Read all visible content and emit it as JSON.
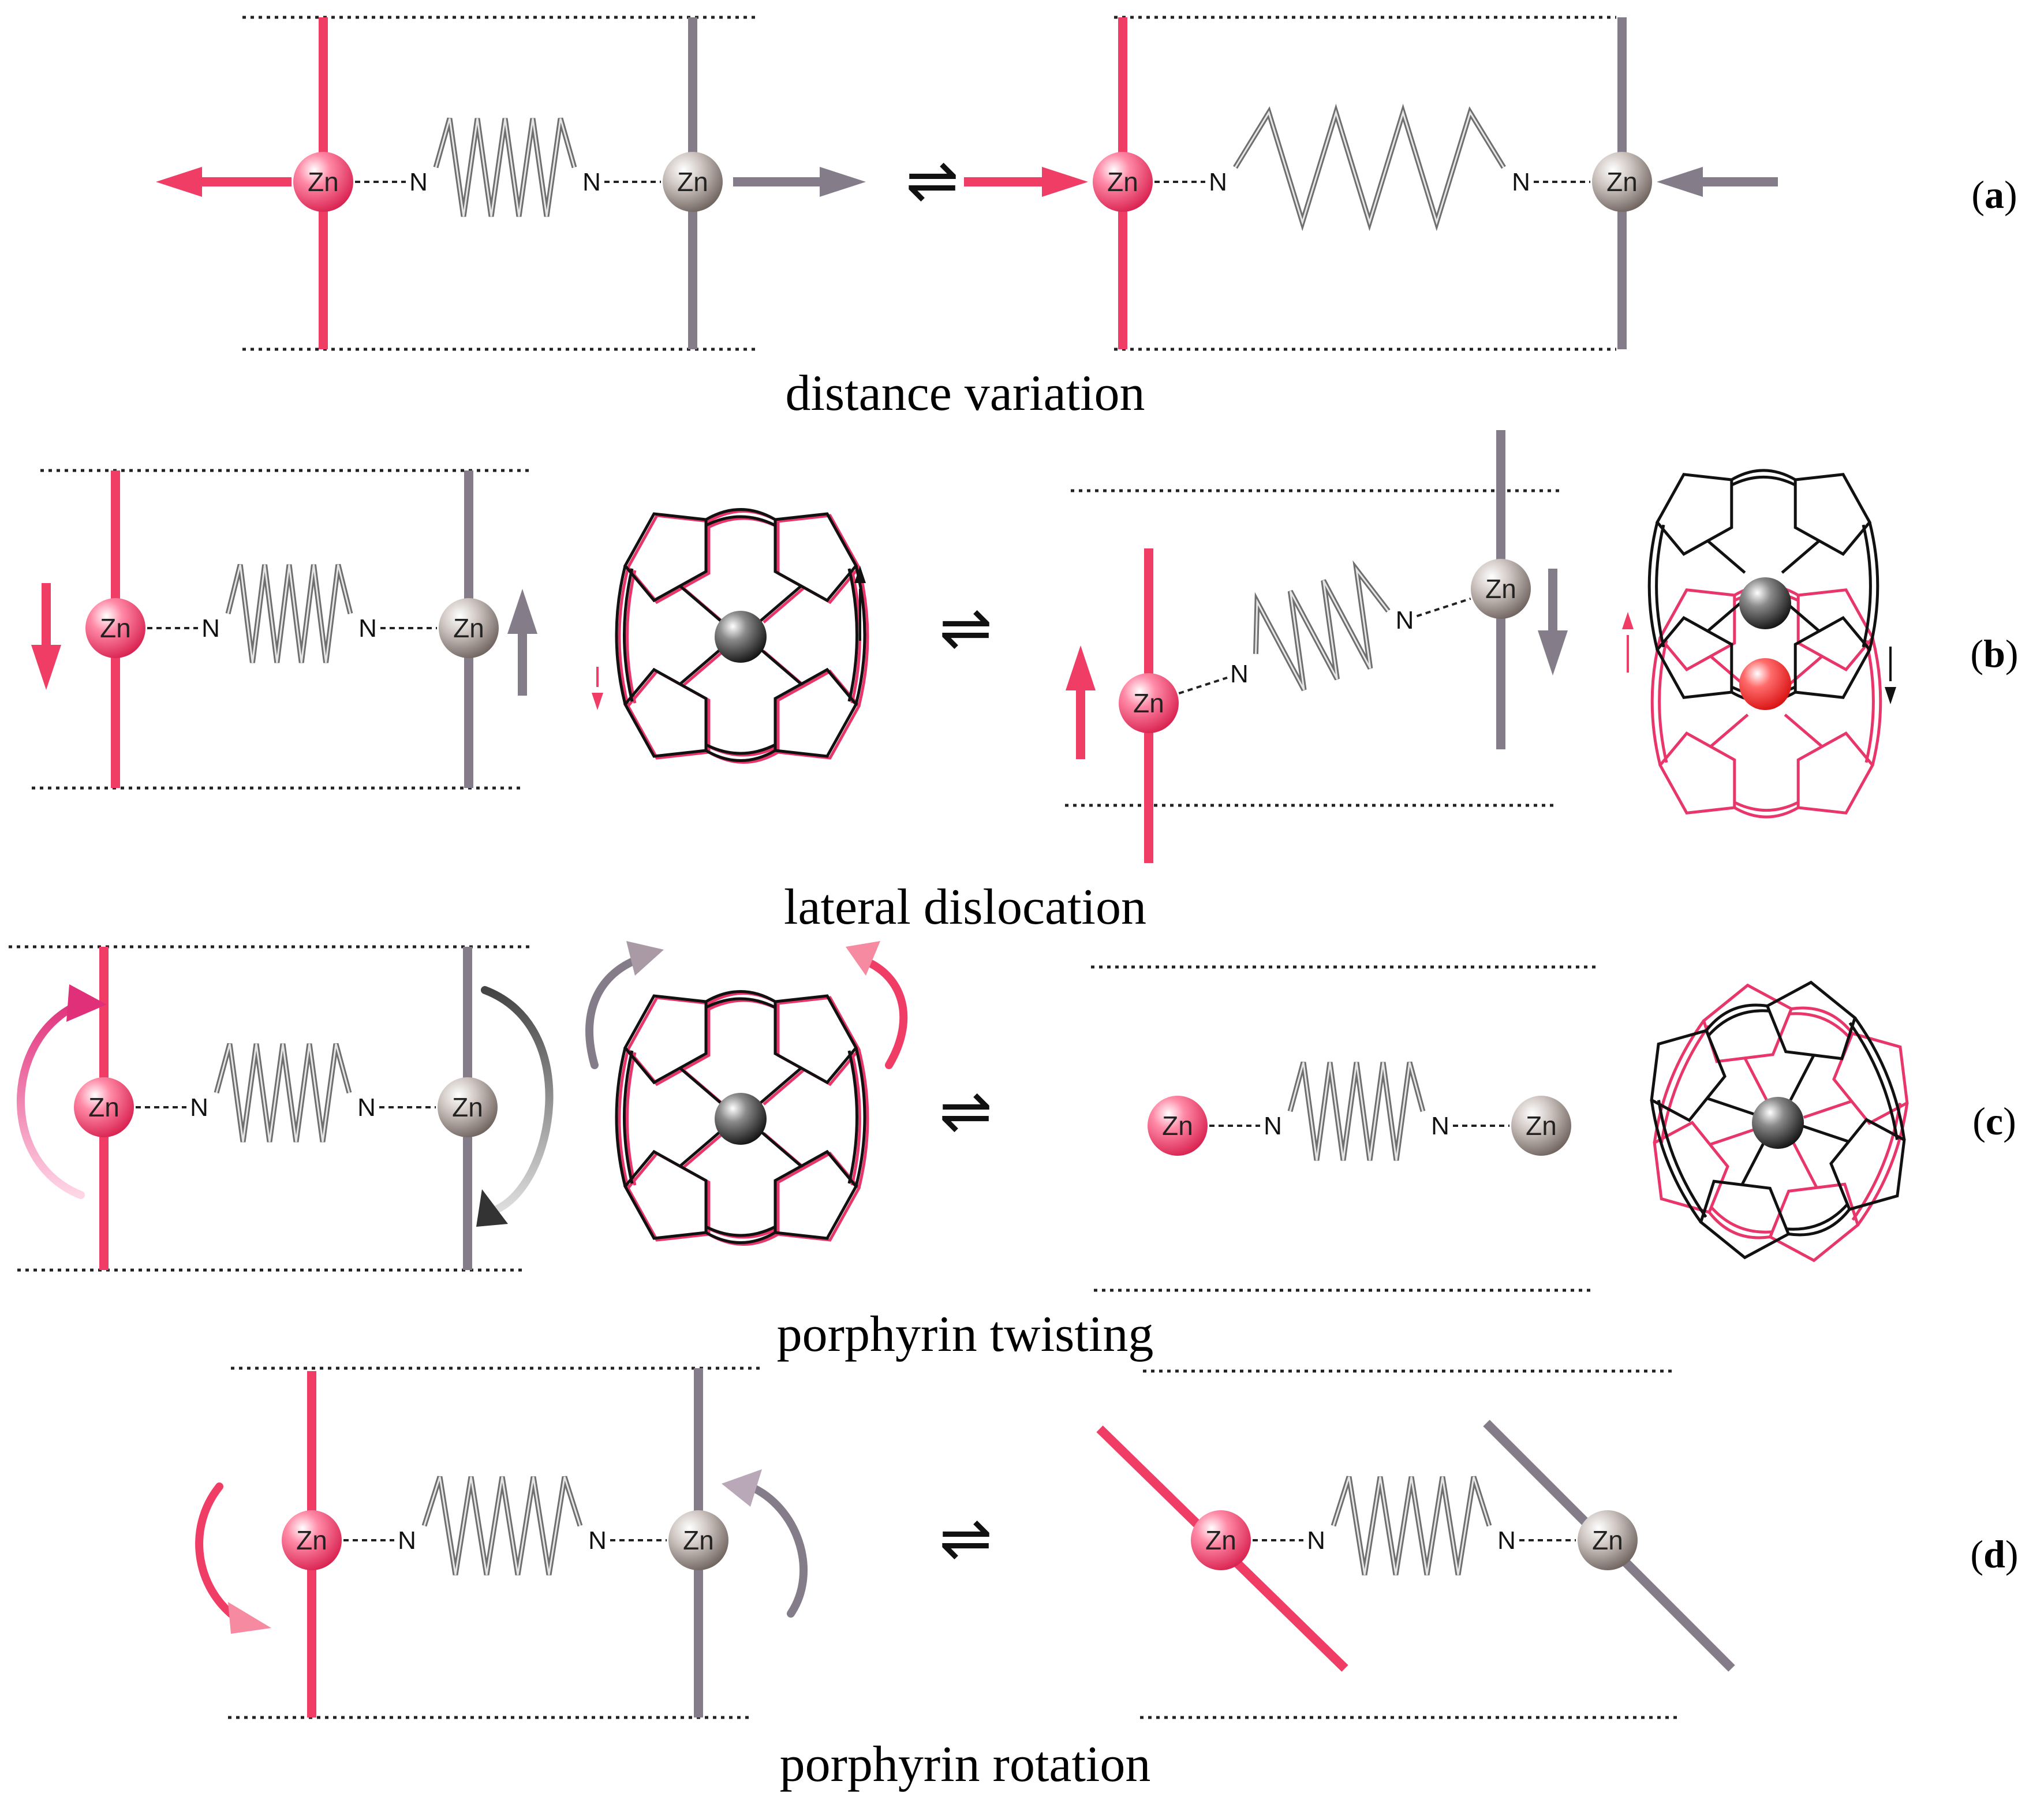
{
  "metal_label": "Zn",
  "ligand_label": "N",
  "equilibrium_symbol": "⇌",
  "colors": {
    "pink": "#f03d66",
    "gray": "#857c8a",
    "black": "#111111",
    "pink_ring": "#e8356a"
  },
  "rows": [
    {
      "id": "a",
      "caption": "distance variation",
      "panel_label": "a"
    },
    {
      "id": "b",
      "caption": "lateral dislocation",
      "panel_label": "b"
    },
    {
      "id": "c",
      "caption": "porphyrin twisting",
      "panel_label": "c"
    },
    {
      "id": "d",
      "caption": "porphyrin rotation",
      "panel_label": "d"
    }
  ]
}
